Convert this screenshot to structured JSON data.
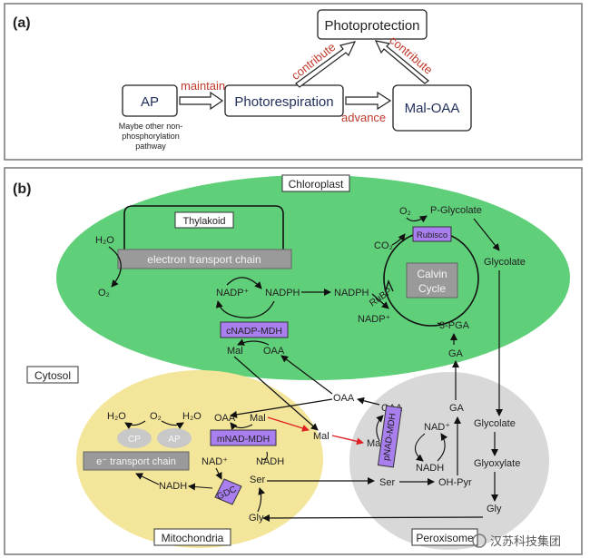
{
  "panel_a": {
    "label": "(a)",
    "photoprotection": "Photoprotection",
    "ap": "AP",
    "photorespiration": "Photorespiration",
    "mal_oaa": "Mal-OAA",
    "maintain": "maintain",
    "advance": "advance",
    "contribute_left": "contribute",
    "contribute_right": "contribute",
    "note_line1": "Maybe other non-",
    "note_line2": "phosphorylation",
    "note_line3": "pathway"
  },
  "panel_b": {
    "label": "(b)",
    "chloroplast": "Chloroplast",
    "thylakoid": "Thylakoid",
    "etc": "electron transport chain",
    "h2o": "H₂O",
    "o2": "O₂",
    "nadp_plus": "NADP⁺",
    "nadph": "NADPH",
    "nadph2": "NADPH",
    "nadp_plus2": "NADP⁺",
    "cnadp_mdh": "cNADP-MDH",
    "mal": "Mal",
    "oaa": "OAA",
    "o2_top": "O₂",
    "p_glycolate": "P-Glycolate",
    "co2": "CO₂",
    "rubisco": "Rubisco",
    "calvin_1": "Calvin",
    "calvin_2": "Cycle",
    "rubp": "RuBP",
    "pga": "3-PGA",
    "glycolate": "Glycolate",
    "ga": "GA",
    "cytosol": "Cytosol",
    "oaa_cyt": "OAA",
    "mal_cyt": "Mal",
    "mito": {
      "h2o_l": "H₂O",
      "o2": "O₂",
      "h2o_r": "H₂O",
      "cp": "CP",
      "ap": "AP",
      "etc": "e⁻ transport chain",
      "oaa": "OAA",
      "mal": "Mal",
      "mnad_mdh": "mNAD-MDH",
      "nad_plus": "NAD⁺",
      "nadh": "NADH",
      "nadh2": "NADH",
      "ser": "Ser",
      "gdc": "GDC",
      "gly": "Gly",
      "label": "Mitochondria"
    },
    "perox": {
      "oaa": "OAA",
      "mal": "Mal",
      "pnad_mdh": "pNAD-MDH",
      "nad_plus": "NAD⁺",
      "nadh": "NADH",
      "ga": "GA",
      "glycolate": "Glycolate",
      "glyoxylate": "Glyoxylate",
      "gly": "Gly",
      "ser": "Ser",
      "oh_pyr": "OH-Pyr",
      "label": "Peroxisome"
    },
    "watermark": "汉苏科技集团"
  },
  "colors": {
    "chloroplast": "#5fcf79",
    "mitochondria": "#f3e59a",
    "peroxisome": "#d8d8d8",
    "enzyme": "#a97ff0",
    "grey_box": "#9a9a9a",
    "red_arrow": "#e02020"
  }
}
